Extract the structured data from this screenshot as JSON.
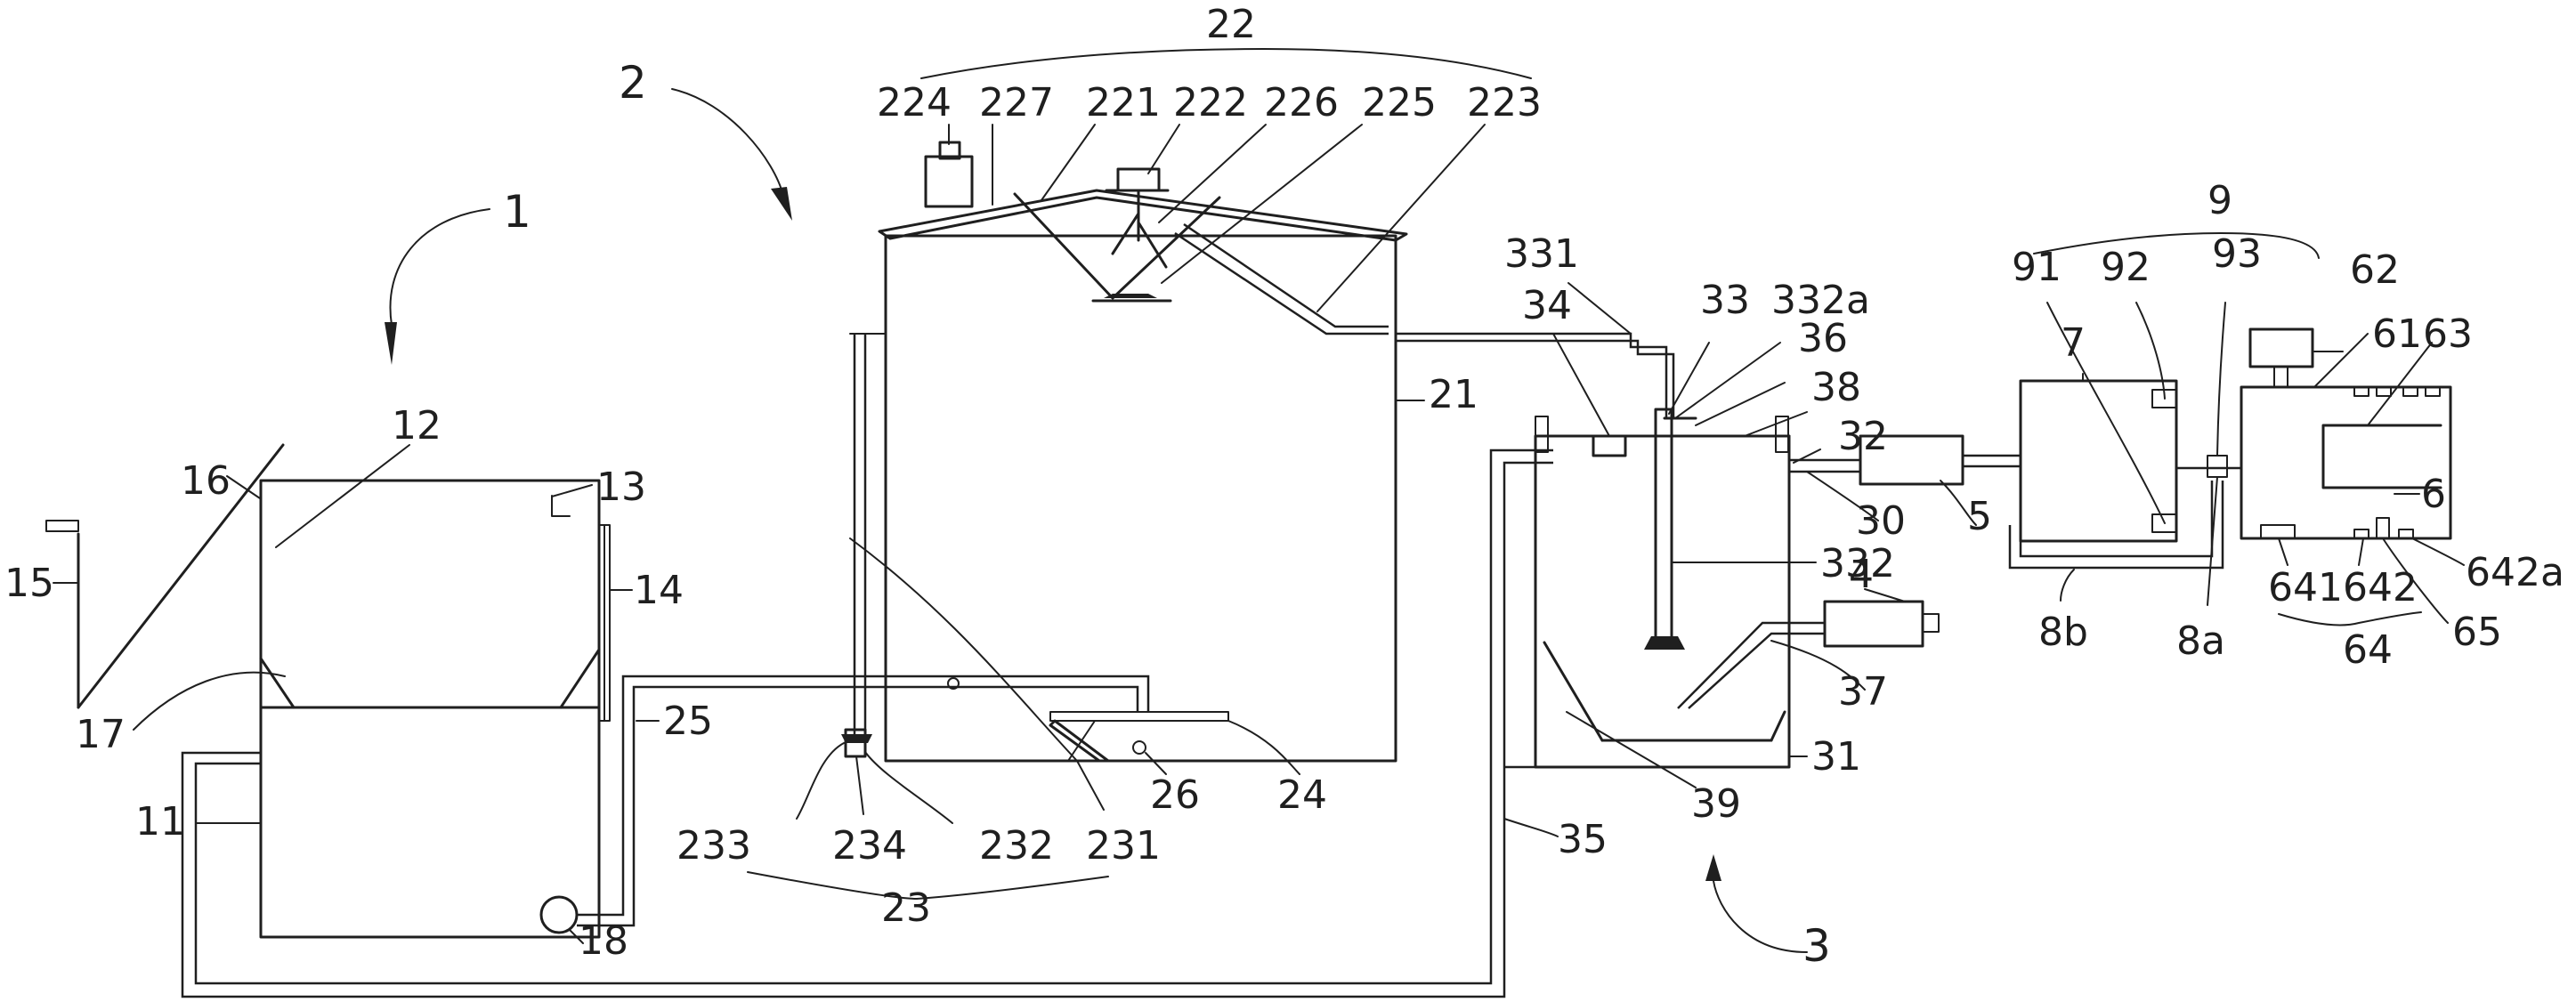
{
  "labels": {
    "l1": "1",
    "l2": "2",
    "l3": "3",
    "l4": "4",
    "l5": "5",
    "l6": "6",
    "l7": "7",
    "l9": "9",
    "l11": "11",
    "l12": "12",
    "l13": "13",
    "l14": "14",
    "l15": "15",
    "l16": "16",
    "l17": "17",
    "l18": "18",
    "l21": "21",
    "l22": "22",
    "l23": "23",
    "l24": "24",
    "l25": "25",
    "l26": "26",
    "l221": "221",
    "l222": "222",
    "l223": "223",
    "l224": "224",
    "l225": "225",
    "l226": "226",
    "l227": "227",
    "l231": "231",
    "l232": "232",
    "l233": "233",
    "l234": "234",
    "l30": "30",
    "l31": "31",
    "l32": "32",
    "l33": "33",
    "l34": "34",
    "l35": "35",
    "l36": "36",
    "l37": "37",
    "l38": "38",
    "l39": "39",
    "l331": "331",
    "l332": "332",
    "l332a": "332a",
    "l61": "61",
    "l62": "62",
    "l63": "63",
    "l64": "64",
    "l65": "65",
    "l641": "641",
    "l642": "642",
    "l642a": "642a",
    "l8a": "8a",
    "l8b": "8b",
    "l91": "91",
    "l92": "92",
    "l93": "93"
  }
}
